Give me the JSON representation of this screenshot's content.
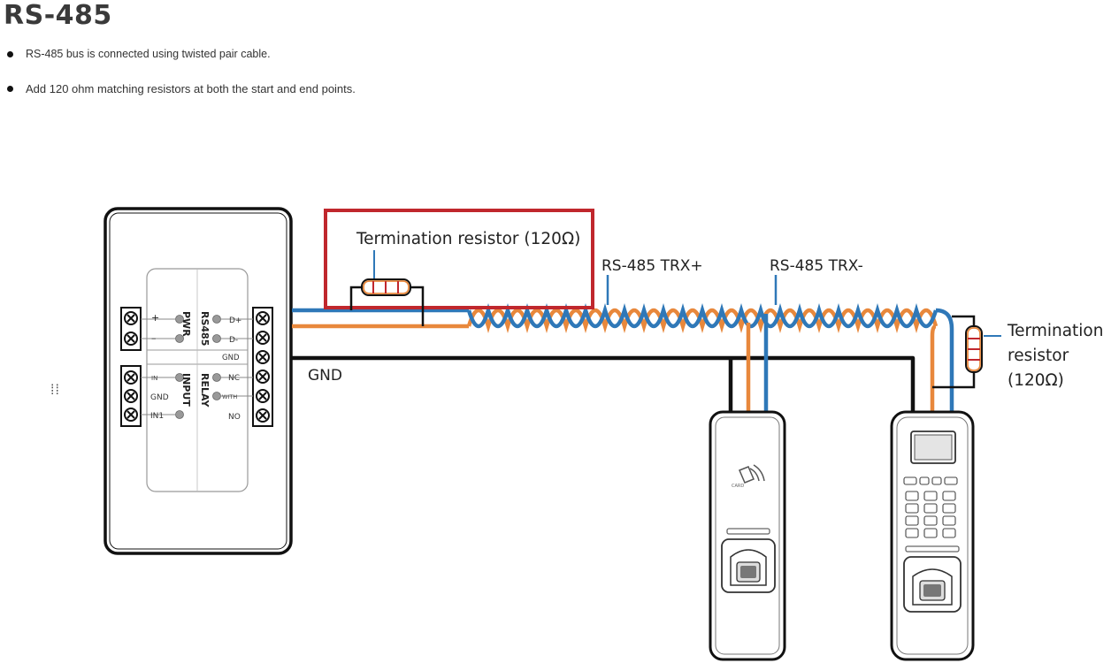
{
  "page": {
    "title": "RS-485",
    "bullets": [
      "RS-485 bus is connected using twisted pair cable.",
      "Add 120 ohm matching resistors at both the start and end points."
    ]
  },
  "diagram": {
    "controller": {
      "pwr_label": "PWR",
      "rs485_label": "RS485",
      "input_label": "INPUT",
      "relay_label": "RELAY",
      "pwr_plus": "+",
      "pwr_minus": "–",
      "rs485_pins": [
        "D+",
        "D-",
        "GND"
      ],
      "input_pins": [
        "IN",
        "GND",
        "IN1"
      ],
      "relay_pins": [
        "NC",
        "WITH",
        "NO"
      ]
    },
    "labels": {
      "term_resistor_1": "Termination  resistor  (120Ω)",
      "trx_plus": "RS-485  TRX+",
      "trx_minus": "RS-485  TRX-",
      "gnd": "GND",
      "term_resistor_2_line1": "Termination",
      "term_resistor_2_line2": "resistor",
      "term_resistor_2_line3": "(120Ω)"
    },
    "reader": {
      "card_label": "CARD"
    },
    "colors": {
      "wire_blue": "#2f78b8",
      "wire_orange": "#e8883c",
      "highlight_red": "#c0272d",
      "black": "#111111"
    }
  }
}
